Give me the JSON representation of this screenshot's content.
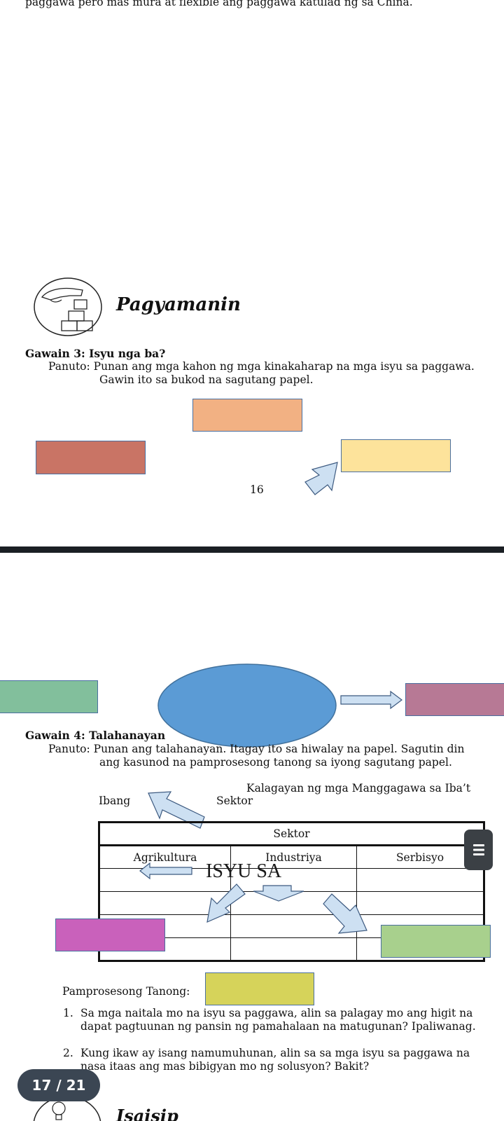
{
  "page1": {
    "top_line": "paggawa pero mas mura at flexible ang paggawa katulad ng sa China.",
    "section_title": "Pagyamanin",
    "gawain3_title": "Gawain 3: Isyu nga ba?",
    "gawain3_line1": "Panuto: Punan ang mga kahon ng mga kinakaharap na mga isyu sa paggawa.",
    "gawain3_line2": "Gawin ito sa bukod na sagutang papel.",
    "page_number": "16"
  },
  "page2": {
    "gawain4_title": "Gawain 4: Talahanayan",
    "gawain4_line1": "Panuto:  Punan ang talahanayan. Itagay ito sa hiwalay na papel. Sagutin din",
    "gawain4_line2": "ang kasunod na pamprosesong tanong sa iyong sagutang papel.",
    "heading_right": "Kalagayan ng mga Manggagawa sa Iba’t",
    "heading_ibang": "Ibang",
    "heading_sektor": "Sektor",
    "table": {
      "header": "Sektor",
      "columns": [
        "Agrikultura",
        "Industriya",
        "Serbisyo"
      ]
    },
    "overlay_text": "ISYU SA",
    "questions_label": "Pamprosesong Tanong:",
    "questions": [
      {
        "num": "1.",
        "line1": "Sa mga naitala mo na isyu sa paggawa, alin sa palagay mo ang higit na",
        "line2": "dapat pagtuunan ng pansin ng pamahalaan na matugunan? Ipaliwanag."
      },
      {
        "num": "2.",
        "line1": "Kung ikaw ay isang namumuhunan, alin sa sa mga isyu sa paggawa na",
        "line2": "nasa itaas ang mas bibigyan mo ng solusyon? Bakit?"
      }
    ],
    "next_section": "Isaisip"
  },
  "viewer": {
    "page_indicator": "17 / 21",
    "menu_icon": "hamburger-icon"
  },
  "colors": {
    "orange_box": "#f2b183",
    "red_box": "#c97465",
    "yellow_box": "#fde39b",
    "green_box": "#82bf9c",
    "mauve_box": "#b77995",
    "ellipse": "#5b9bd5",
    "magenta_box": "#c961bb",
    "lime_box": "#a8d08d",
    "olive_box": "#d6d35a",
    "arrow_fill": "#cde0f2"
  }
}
